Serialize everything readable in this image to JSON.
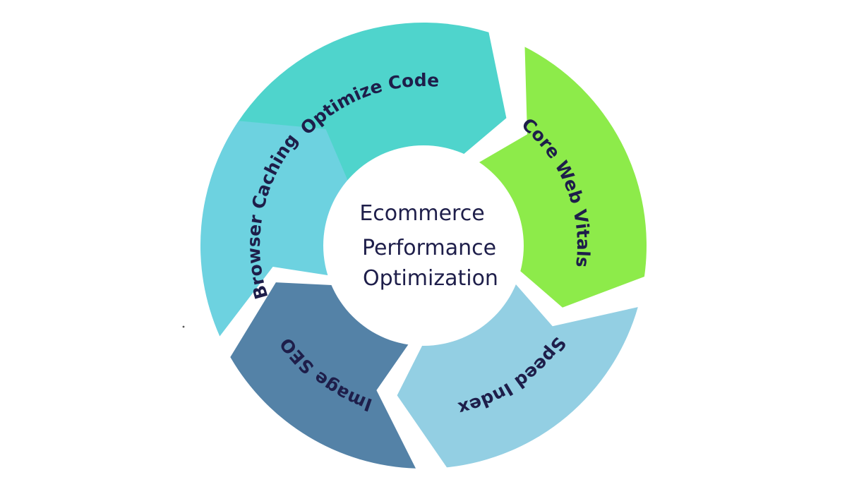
{
  "diagram": {
    "center_title_lines": [
      "Ecommerce",
      "Performance",
      "Optimization"
    ],
    "segments": [
      {
        "key": "optimize-code",
        "label": "Optimize Code",
        "color": "#4fd4cc"
      },
      {
        "key": "core-web-vitals",
        "label": "Core Web Vitals",
        "color": "#8deb4a"
      },
      {
        "key": "speed-index",
        "label": "Speed Index",
        "color": "#93cfe3"
      },
      {
        "key": "image-seo",
        "label": "Image SEO",
        "color": "#5482a7"
      },
      {
        "key": "browser-caching",
        "label": "Browser Caching",
        "color": "#6dd2e0"
      }
    ],
    "text_color": "#1e1e4a",
    "background": "#ffffff"
  }
}
